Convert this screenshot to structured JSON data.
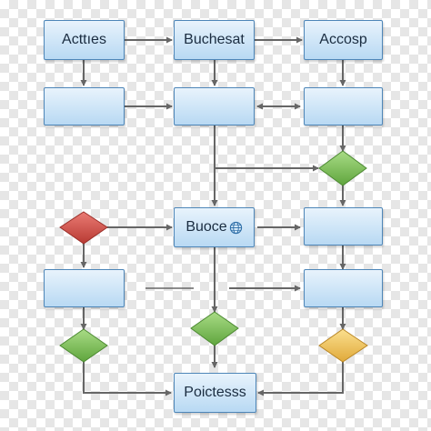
{
  "nodes": {
    "top_left": "Acttıes",
    "top_middle": "Buchesat",
    "top_right": "Accosp",
    "center": "Buoce",
    "bottom": "Poictesss"
  },
  "icons": {
    "center_box_icon": "globe-icon"
  },
  "colors": {
    "box_fill_top": "#e8f3fc",
    "box_fill_bottom": "#b8d9f3",
    "box_border": "#4e86b8",
    "connector": "#666666",
    "diamond_green": "#7cc45a",
    "diamond_red": "#d9534f",
    "diamond_yellow": "#f2c461"
  }
}
